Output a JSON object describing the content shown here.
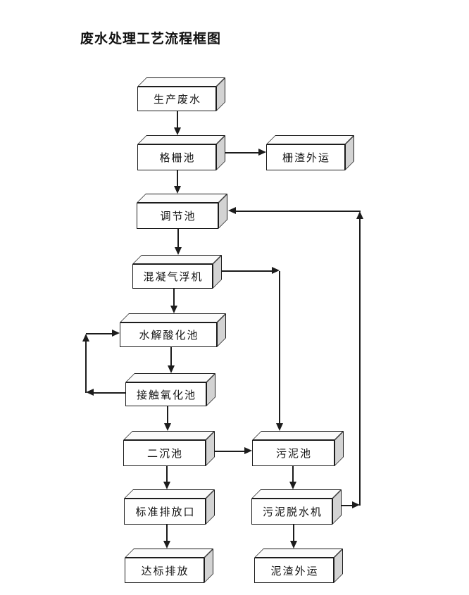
{
  "title": "废水处理工艺流程框图",
  "diagram": {
    "type": "flowchart",
    "nodes": [
      {
        "id": "production-wastewater",
        "label": "生产废水"
      },
      {
        "id": "bar-screen-tank",
        "label": "格栅池"
      },
      {
        "id": "screenings-transport-out",
        "label": "栅渣外运"
      },
      {
        "id": "regulating-tank",
        "label": "调节池"
      },
      {
        "id": "coagulation-air-flotation",
        "label": "混凝气浮机"
      },
      {
        "id": "hydrolysis-acidification-tank",
        "label": "水解酸化池"
      },
      {
        "id": "contact-oxidation-tank",
        "label": "接触氧化池"
      },
      {
        "id": "secondary-sedimentation-tank",
        "label": "二沉池"
      },
      {
        "id": "sludge-tank",
        "label": "污泥池"
      },
      {
        "id": "standard-discharge-outlet",
        "label": "标准排放口"
      },
      {
        "id": "compliant-discharge",
        "label": "达标排放"
      },
      {
        "id": "sludge-dewatering-machine",
        "label": "污泥脱水机"
      },
      {
        "id": "sludge-residue-transport-out",
        "label": "泥渣外运"
      }
    ],
    "edges": [
      {
        "from": "生产废水",
        "to": "格栅池"
      },
      {
        "from": "格栅池",
        "to": "栅渣外运"
      },
      {
        "from": "格栅池",
        "to": "调节池"
      },
      {
        "from": "调节池",
        "to": "混凝气浮机"
      },
      {
        "from": "混凝气浮机",
        "to": "水解酸化池"
      },
      {
        "from": "混凝气浮机",
        "to": "污泥池"
      },
      {
        "from": "水解酸化池",
        "to": "接触氧化池"
      },
      {
        "from": "接触氧化池",
        "to": "水解酸化池"
      },
      {
        "from": "接触氧化池",
        "to": "二沉池"
      },
      {
        "from": "二沉池",
        "to": "标准排放口"
      },
      {
        "from": "二沉池",
        "to": "污泥池"
      },
      {
        "from": "标准排放口",
        "to": "达标排放"
      },
      {
        "from": "污泥池",
        "to": "污泥脱水机"
      },
      {
        "from": "污泥脱水机",
        "to": "泥渣外运"
      },
      {
        "from": "污泥脱水机",
        "to": "调节池"
      }
    ],
    "colors": {
      "line": "#1c1c1c",
      "box_front": "#ffffff",
      "box_top": "#fbfbfb",
      "box_side": "#d3d3d3",
      "background": "#ffffff",
      "text": "#141414"
    }
  }
}
